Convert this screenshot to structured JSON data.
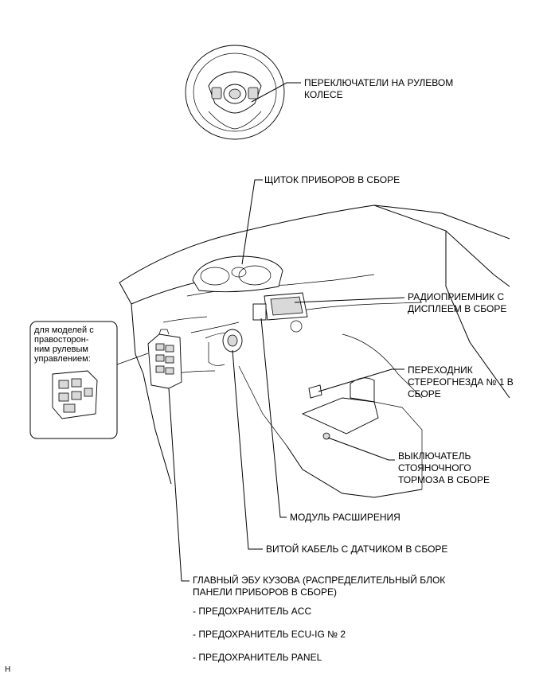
{
  "labels": {
    "steering_switches": [
      "ПЕРЕКЛЮЧАТЕЛИ НА РУЛЕВОМ",
      "КОЛЕСЕ"
    ],
    "combination_meter": "ЩИТОК ПРИБОРОВ В СБОРЕ",
    "radio_display": [
      "РАДИОПРИЕМНИК С",
      "ДИСПЛЕЕМ В СБОРЕ"
    ],
    "stereo_jack_adapter": [
      "ПЕРЕХОДНИК",
      "СТЕРЕОГНЕЗДА № 1 В",
      "СБОРЕ"
    ],
    "parking_brake_switch": [
      "ВЫКЛЮЧАТЕЛЬ",
      "СТОЯНОЧНОГО",
      "ТОРМОЗА В СБОРЕ"
    ],
    "expansion_module": "МОДУЛЬ РАСШИРЕНИЯ",
    "spiral_cable": "ВИТОЙ КАБЕЛЬ С ДАТЧИКОМ В СБОРЕ",
    "main_body_ecu": [
      "ГЛАВНЫЙ ЭБУ КУЗОВА (РАСПРЕДЕЛИТЕЛЬНЫЙ БЛОК",
      "ПАНЕЛИ ПРИБОРОВ В СБОРЕ)"
    ],
    "fuses": [
      "- ПРЕДОХРАНИТЕЛЬ ACC",
      "- ПРЕДОХРАНИТЕЛЬ ECU-IG № 2",
      "- ПРЕДОХРАНИТЕЛЬ PANEL"
    ]
  },
  "inset": {
    "text": [
      "для моделей с",
      "правосторон-",
      "ним рулевым",
      "управлением:"
    ]
  },
  "corner_code": "H"
}
